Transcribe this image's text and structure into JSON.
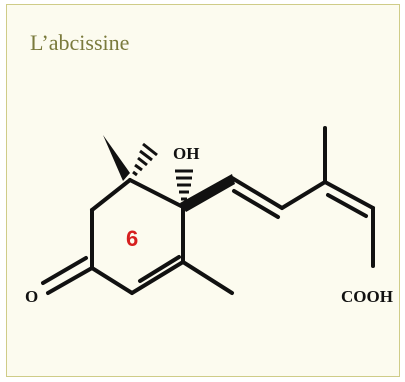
{
  "title": "L’abcissine",
  "atoms": {
    "hydroxyl": "OH",
    "ketone_oxygen": "O",
    "carboxyl": "COOH"
  },
  "ring_label": "6",
  "colors": {
    "ring_label": "#d61f1f",
    "frame_border": "#cfcc88",
    "title": "#7a7a3c",
    "bonds": "#111111"
  }
}
